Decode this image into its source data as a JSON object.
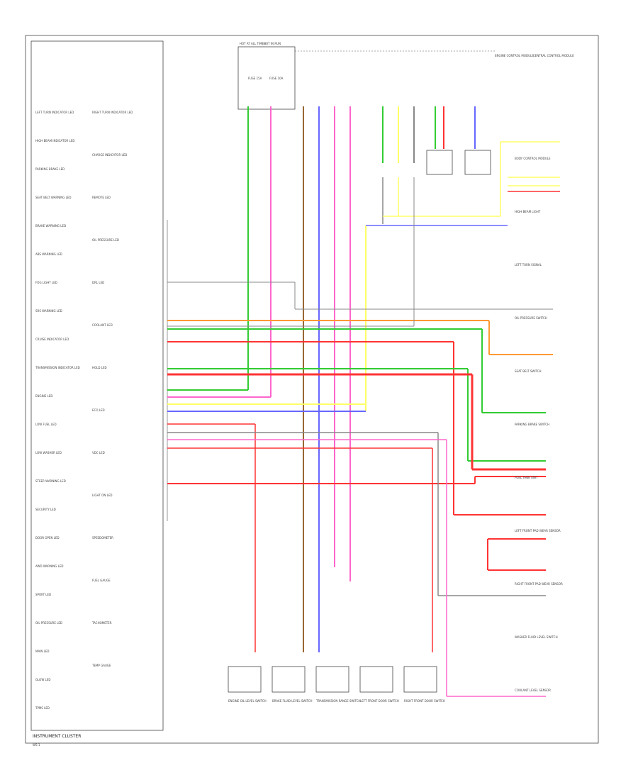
{
  "diagram": {
    "title": "INSTRUMENT CLUSTER",
    "page_ref": "WS-1",
    "cluster_box": "INSTRUMENT CLUSTER",
    "top_label_left": "HOT AT ALL TIMES",
    "top_label_mid": "HOT IN RUN",
    "top_fuse_a": "FUSE 15A",
    "top_fuse_b": "FUSE 10A",
    "top_right_block": "ENGINE CONTROL MODULE",
    "top_right_block_b": "CENTRAL CONTROL MODULE",
    "gauges_left": [
      "LEFT TURN INDICATOR LED",
      "HIGH BEAM INDICATOR LED",
      "PARKING BRAKE LED",
      "SEAT BELT WARNING LED",
      "BRAKE WARNING LED",
      "ABS WARNING LED",
      "FOG LIGHT LED",
      "SRS WARNING LED",
      "CRUISE INDICATOR LED",
      "TRANSMISSION INDICATOR LED",
      "ENGINE LED",
      "LOW FUEL LED",
      "LOW WASHER LED",
      "STEER WARNING LED",
      "SECURITY LED",
      "DOOR OPEN LED",
      "AWD WARNING LED",
      "SPORT LED",
      "OIL PRESSURE LED",
      "MAIN LED",
      "GLOW LED",
      "TPMS LED"
    ],
    "gauges_right": [
      "RIGHT TURN INDICATOR LED",
      "CHARGE INDICATOR LED",
      "REMOTE LED",
      "OIL PRESSURE LED",
      "DRL LED",
      "COOLANT LED",
      "HOLD LED",
      "ECO LED",
      "VDC LED",
      "LIGHT ON LED",
      "SPEEDOMETER",
      "FUEL GAUGE",
      "TACHOMETER",
      "TEMP GAUGE"
    ],
    "bottom_components": [
      "ENGINE OIL LEVEL SWITCH",
      "BRAKE FLUID LEVEL SWITCH",
      "TRANSMISSION RANGE SWITCH",
      "LEFT FRONT DOOR SWITCH",
      "RIGHT FRONT DOOR SWITCH"
    ],
    "right_components": [
      "BODY CONTROL MODULE",
      "HIGH BEAM LIGHT",
      "LEFT TURN SIGNAL",
      "OIL PRESSURE SWITCH",
      "SEAT BELT SWITCH",
      "PARKING BRAKE SWITCH",
      "FUEL TANK UNIT",
      "LEFT FRONT PAD WEAR SENSOR",
      "RIGHT FRONT PAD WEAR SENSOR",
      "WASHER FLUID LEVEL SWITCH",
      "COOLANT LEVEL SENSOR"
    ],
    "wire_colors": {
      "green": "#33cc33",
      "pink": "#ff66cc",
      "brown": "#996633",
      "blue": "#6666ff",
      "yellow": "#ffff66",
      "red": "#ff3333",
      "orange": "#ff9933",
      "gray": "#888888",
      "black": "#222222"
    }
  }
}
